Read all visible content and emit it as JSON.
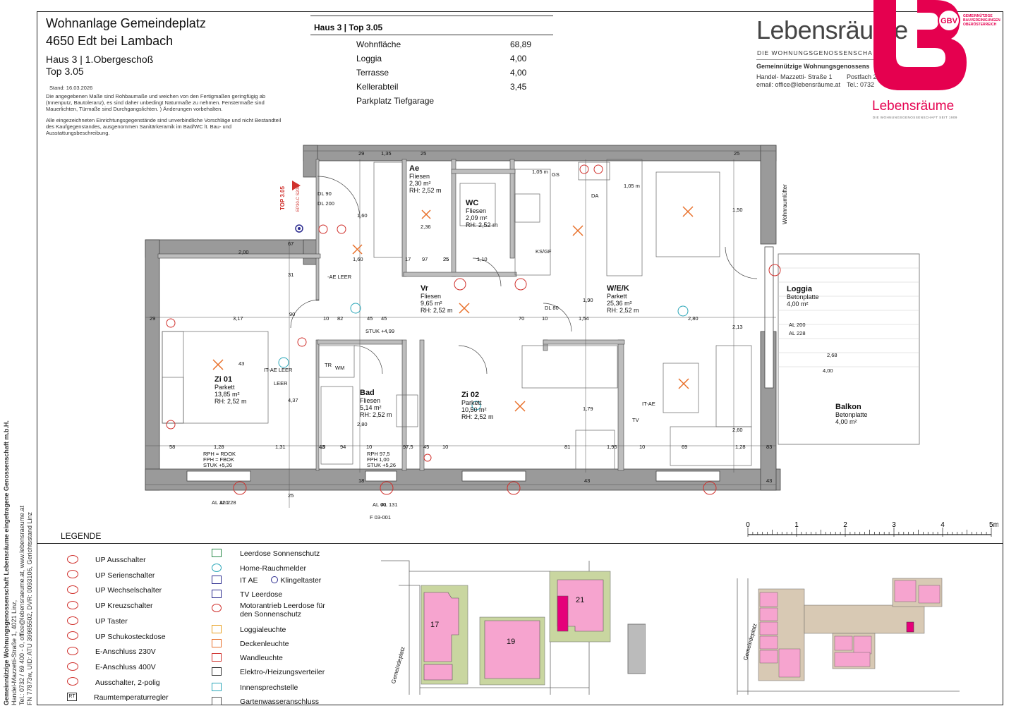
{
  "header": {
    "title_line1": "Wohnanlage Gemeindeplatz",
    "title_line2": "4650 Edt bei Lambach",
    "floor": "Haus 3 | 1.Obergeschoß",
    "unit": "Top 3.05",
    "date": "Stand: 16.03.2026",
    "disclaimer1": "Die angegebenen Maße sind Rohbaumaße und weichen von den Fertigmaßen geringfügig ab (Innenputz, Bautoleranz), es sind daher unbedingt Naturmaße zu nehmen. Fenstermaße sind Mauerlichten, Türmaße sind Durchgangslichten. ) Änderungen vorbehalten.",
    "disclaimer2": "Alle eingezeichneten Einrichtungsgegenstände sind unverbindliche Vorschläge und nicht Bestandteil des Kaufgegenstandes, ausgenommen Sanitärkeramik im Bad/WC lt. Bau- und Ausstattungsbeschreibung."
  },
  "area_table": {
    "heading": "Haus 3 | Top 3.05",
    "rows": [
      {
        "label": "Wohnfläche",
        "value": "68,89"
      },
      {
        "label": "Loggia",
        "value": "4,00"
      },
      {
        "label": "Terrasse",
        "value": "4,00"
      },
      {
        "label": "Kellerabteil",
        "value": "3,45"
      },
      {
        "label": "Parkplatz Tiefgarage",
        "value": ""
      }
    ]
  },
  "company": {
    "logo_main": "Lebensräume",
    "logo_tagline": "DIE WOHNUNGSGENOSSENSCHA",
    "name": "Gemeinnützige Wohnungsgenossens",
    "address": "Handel- Mazzetti- Straße  1",
    "postfach": "Postfach 2",
    "email": "email: office@lebensräume.at",
    "tel": "Tel.: 0732",
    "badge_text": "Lebensräume",
    "badge_tagline": "DIE WOHNUNGSGENOSSENSCHAFT SEIT 1909",
    "gbv_text": "GEMEINNÜTZIGE BAUVEREINIGUNGEN OBERÖSTERREICH",
    "brand_color": "#e5004f"
  },
  "side_text": {
    "line1": "Gemeinnützige Wohnungsgenossenschaft Lebensräume eingetragene Genossenschaft m.b.H.",
    "line2": "Handel-Mazzetti-Straße 1, 4021 Linz,",
    "line3": "Tel.: 0732 / 69 400 - 0, office@lebensraeume.at,  www.lebensraeume.at",
    "line4": "FN 77873w, UID: ATU 39985502, DVR: 0093106, Gerichtsstand Linz"
  },
  "plan": {
    "top_label": "TOP 3.05",
    "ep_label": "EP30-C S200",
    "wohnraumluefter": "Wohnraumlüfter",
    "rooms": [
      {
        "name": "Ae",
        "floor": "Fliesen",
        "area": "2,30 m²",
        "rh": "RH: 2,52 m"
      },
      {
        "name": "WC",
        "floor": "Fliesen",
        "area": "2,09 m²",
        "rh": "RH: 2,52 m"
      },
      {
        "name": "W/E/K",
        "floor": "Parkett",
        "area": "25,36 m²",
        "rh": "RH: 2,52 m"
      },
      {
        "name": "Vr",
        "floor": "Fliesen",
        "area": "9,65 m²",
        "rh": "RH: 2,52 m"
      },
      {
        "name": "Zi 01",
        "floor": "Parkett",
        "area": "13,85 m²",
        "rh": "RH: 2,52 m"
      },
      {
        "name": "Bad",
        "floor": "Fliesen",
        "area": "5,14 m²",
        "rh": "RH: 2,52 m"
      },
      {
        "name": "Zi 02",
        "floor": "Parkett",
        "area": "10,50 m²",
        "rh": "RH: 2,52 m"
      },
      {
        "name": "Loggia",
        "floor": "Betonplatte",
        "area": "4,00 m²",
        "rh": ""
      },
      {
        "name": "Balkon",
        "floor": "Betonplatte",
        "area": "4,00 m²",
        "rh": ""
      }
    ],
    "notes": {
      "it_ae_leer": "IT-AE LEER",
      "leer": "LEER",
      "it_ae_leer2": "-AE LEER",
      "it_ae": "IT-AE",
      "tv": "TV",
      "ks_gf": "KS/GF",
      "gs": "GS",
      "da": "DA",
      "tr": "TR",
      "wm": "WM",
      "rph1": "RPH = RDOK",
      "fph1": "FPH = FBOK",
      "stuk1": "STUK +5,26",
      "stuk_a": "STUK +4,99",
      "rph_b": "RPH 97,5",
      "fph_b": "FPH 1,00",
      "stuk_b": "STUK +5,26",
      "dl90": "DL 90",
      "dl200": "DL 200",
      "dl80": "DL 80",
      "al_2001": "AL 200",
      "al_228": "AL 228",
      "al_120": "AL 120",
      "al_60": "AL 60",
      "al_131": "AL 131",
      "f_03": "F 03-001",
      "w_105": "1,05 m",
      "w_105b": "1,05 m"
    },
    "dims_top": [
      "29",
      "1,35",
      "25",
      "25"
    ],
    "dims_misc": [
      "3,17",
      "90",
      "10",
      "82",
      "45",
      "45",
      "70",
      "10",
      "1,54",
      "2,80",
      "29",
      "1,60",
      "1,10",
      "17",
      "97",
      "25",
      "25",
      "58",
      "1,28",
      "1,31",
      "10",
      "94",
      "10",
      "97,5",
      "45",
      "10",
      "81",
      "1,95",
      "10",
      "69",
      "1,28",
      "83",
      "43",
      "4,37",
      "2,80",
      "1,79",
      "2,60",
      "1,60",
      "2,36",
      "1,90",
      "1,50",
      "2,13",
      "2,68",
      "4,00",
      "2,00",
      "31",
      "67",
      "25",
      "18",
      "43",
      "43",
      "43",
      "10"
    ]
  },
  "scale": {
    "ticks": [
      "0",
      "1",
      "2",
      "3",
      "4",
      "5m"
    ]
  },
  "legend": {
    "title": "LEGENDE",
    "col1": [
      "UP Ausschalter",
      "UP Serienschalter",
      "UP Wechselschalter",
      "UP Kreuzschalter",
      "UP Taster",
      "UP Schukosteckdose",
      "E-Anschluss 230V",
      "E-Anschluss 400V",
      "Ausschalter, 2-polig",
      "Raumtemperaturregler"
    ],
    "col2": [
      "Leerdose Sonnenschutz",
      "Home-Rauchmelder",
      "IT AE",
      "TV Leerdose",
      "Motorantrieb Leerdose für den Sonnenschutz",
      "Loggialeuchte",
      "Deckenleuchte",
      "Wandleuchte",
      "Elektro-/Heizungsverteiler",
      "Innensprechstelle",
      "Gartenwasseranschluss"
    ],
    "klingeltaster": "Klingeltaster",
    "rt": "RT"
  },
  "siteplan": {
    "street": "Gemeindeplatz",
    "buildings": [
      "17",
      "19",
      "21"
    ]
  },
  "keyplan": {
    "street": "Gemeindeplatz"
  }
}
